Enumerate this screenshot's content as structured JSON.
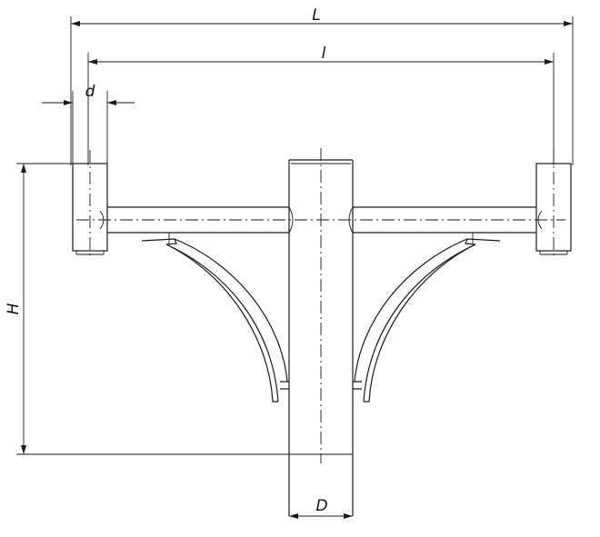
{
  "dimensions": {
    "overall_length": "L",
    "inner_length": "l",
    "arm_diameter": "d",
    "height": "H",
    "post_diameter": "D"
  }
}
